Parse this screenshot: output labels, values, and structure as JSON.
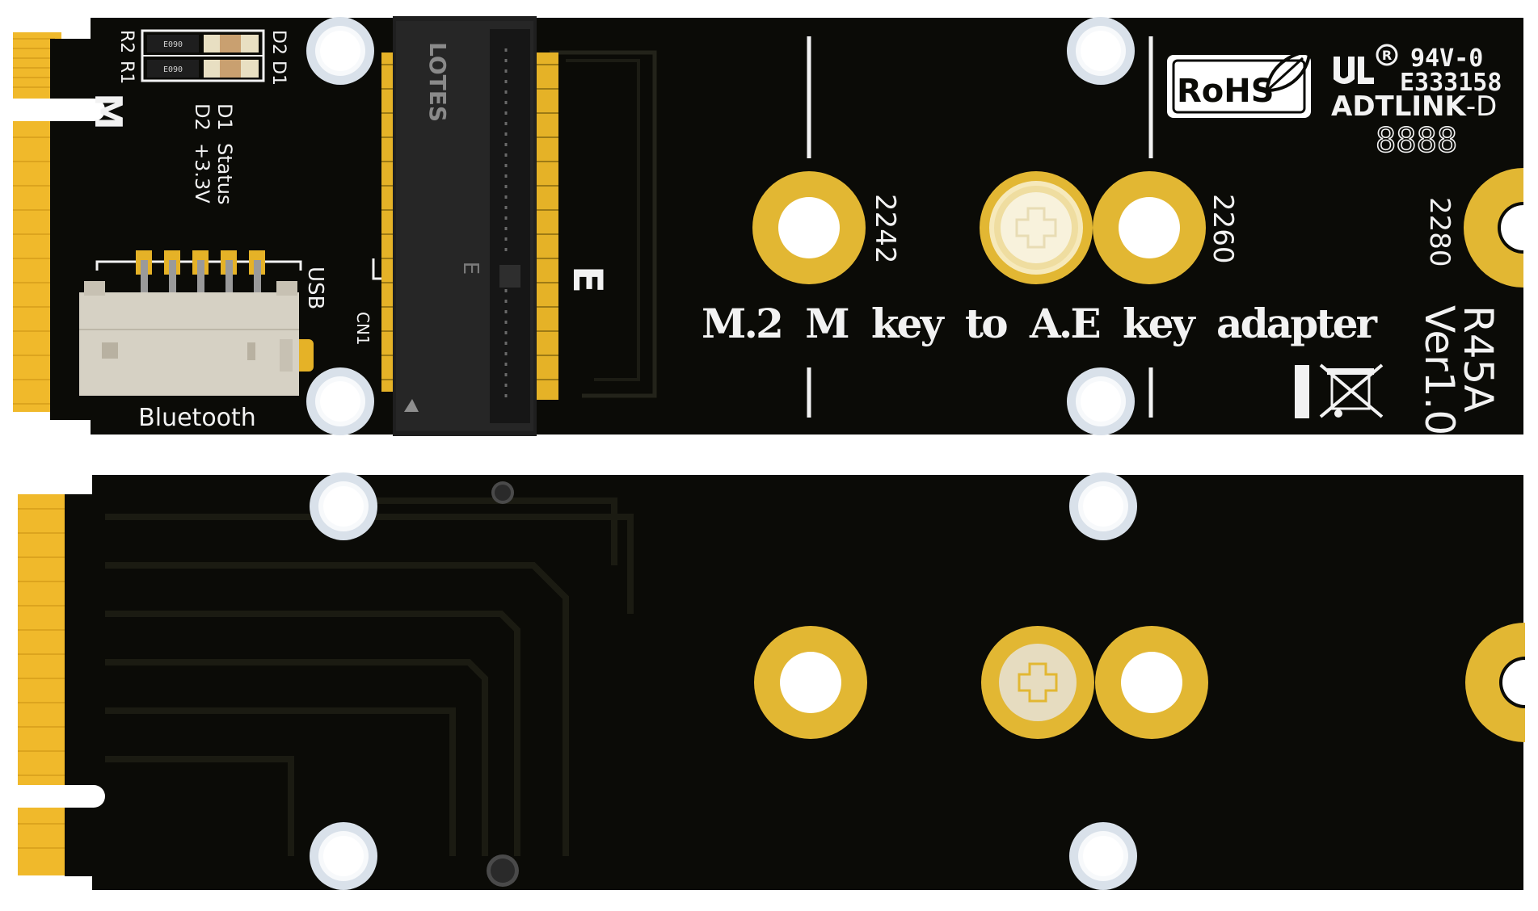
{
  "colors": {
    "board": "#0b0b07",
    "gold": "#e2b733",
    "gold_finger": "#f0b92b",
    "silkscreen": "#f2f2f2",
    "connector": "#1d1d1d",
    "header_body": "#d6d1c4",
    "screw": "#efe2b0"
  },
  "top_board": {
    "key_label": "M",
    "resistor_labels": {
      "r2": "R2",
      "r1": "R1"
    },
    "resistor_codes": {
      "upper": "E090",
      "lower": "E090"
    },
    "diode_labels": {
      "d2": "D2",
      "d1": "D1"
    },
    "led_legend": {
      "line1": "D1  Status",
      "line2": "D2  +3.3V"
    },
    "usb_label": "USB",
    "cn1_label": "CN1",
    "bluetooth_label": "Bluetooth",
    "connector_brand": "LOTES",
    "connector_key": "E",
    "e_key_label": "E",
    "length_labels": {
      "l2242": "2242",
      "l2260": "2260",
      "l2280": "2280"
    },
    "adapter_title": "M.2  M  key  to  A.E  key  adapter",
    "rohs_label": "RoHS",
    "flammability": "94V-0",
    "ul_file": "E333158",
    "maker": "ADTLINK",
    "maker_suffix": "-D",
    "date_code_box": "8888",
    "model": "R45A",
    "version": "Ver1.0"
  },
  "bottom_board": {}
}
